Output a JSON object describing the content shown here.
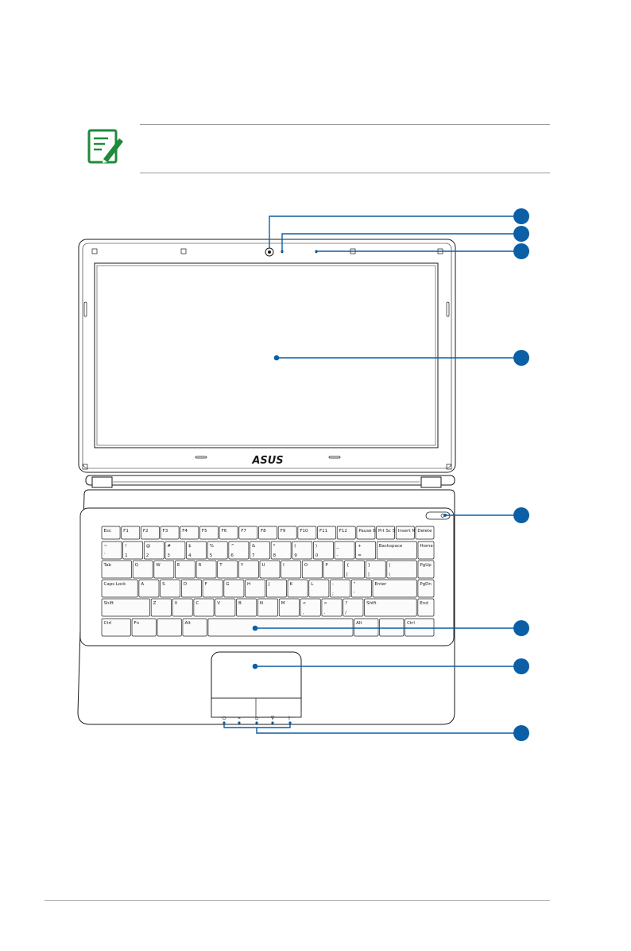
{
  "brand": {
    "logo_text": "ASUS"
  },
  "callouts": [
    {
      "id": "1",
      "target": "camera"
    },
    {
      "id": "2",
      "target": "camera-indicator"
    },
    {
      "id": "3",
      "target": "microphone"
    },
    {
      "id": "4",
      "target": "display-panel"
    },
    {
      "id": "5",
      "target": "power-switch"
    },
    {
      "id": "6",
      "target": "keyboard"
    },
    {
      "id": "7",
      "target": "touchpad"
    },
    {
      "id": "8",
      "target": "status-indicators"
    }
  ],
  "colors": {
    "callout": "#0a5fa6",
    "note_icon": "#1f8a3a",
    "fn_label": "#2a7bd0"
  },
  "icons": {
    "note": "pencil-note-icon"
  },
  "keyboard": {
    "row_fn": [
      "Esc",
      "F1",
      "F2",
      "F3",
      "F4",
      "F5",
      "F6",
      "F7",
      "F8",
      "F9",
      "F10",
      "F11",
      "F12",
      "Pause Break",
      "Prt Sc SysRq",
      "Insert Num LK",
      "Delete"
    ],
    "row_num": [
      "~ `",
      "! 1",
      "@ 2",
      "# 3",
      "$ 4",
      "% 5",
      "^ 6",
      "& 7",
      "* 8",
      "( 9",
      ") 0",
      "_ -",
      "+ =",
      "Backspace",
      "Home"
    ],
    "row_q": [
      "Tab",
      "Q",
      "W",
      "E",
      "R",
      "T",
      "Y",
      "U",
      "I",
      "O",
      "P",
      "{ [",
      "} ]",
      "| \\",
      "PgUp"
    ],
    "row_a": [
      "Caps Lock",
      "A",
      "S",
      "D",
      "F",
      "G",
      "H",
      "J",
      "K",
      "L",
      ": ;",
      "\" '",
      "Enter",
      "PgDn"
    ],
    "row_z": [
      "Shift",
      "Z",
      "X",
      "C",
      "V",
      "B",
      "N",
      "M",
      "< ,",
      "> .",
      "? /",
      "Shift",
      "End"
    ],
    "row_sp": [
      "Ctrl",
      "Fn",
      "",
      "Alt",
      "",
      "Alt",
      "",
      "Ctrl"
    ]
  }
}
